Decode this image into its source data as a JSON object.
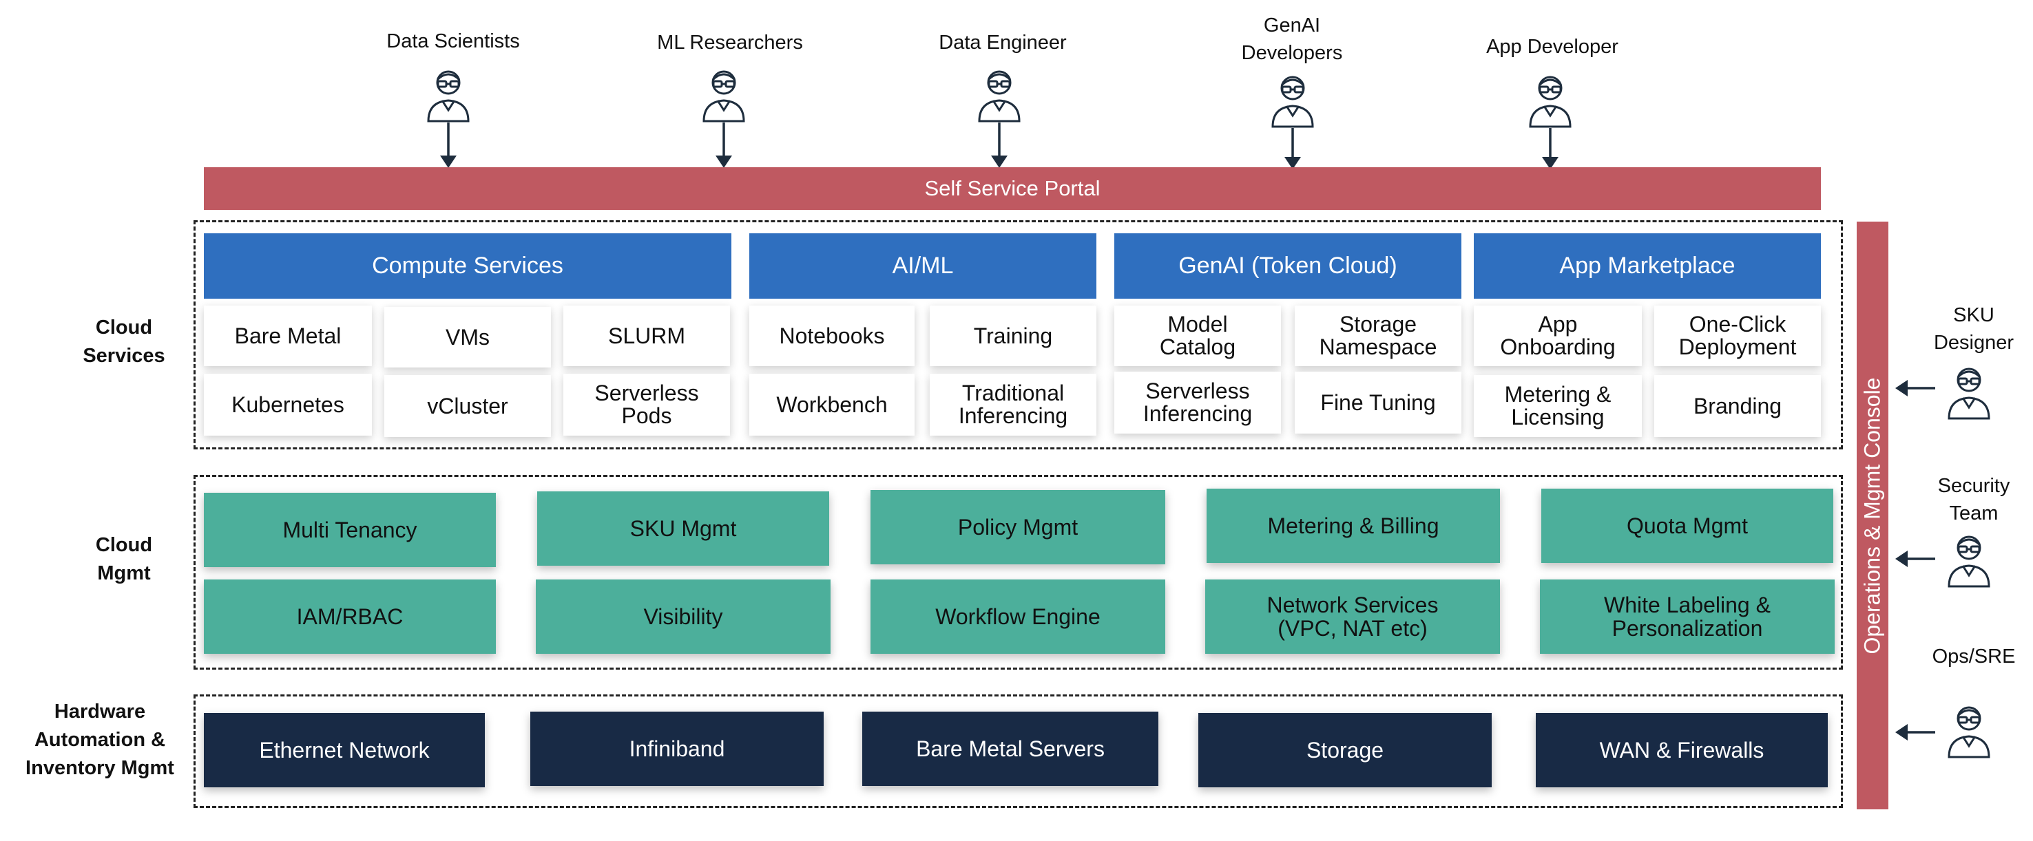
{
  "personas_top": [
    "Data Scientists",
    "ML Researchers",
    "Data Engineer",
    "GenAI Developers",
    "App Developer"
  ],
  "genai_dev": {
    "line1": "GenAI",
    "line2": "Developers"
  },
  "portal": "Self Service Portal",
  "layers": {
    "cloud_services": {
      "line1": "Cloud",
      "line2": "Services"
    },
    "cloud_mgmt": {
      "line1": "Cloud",
      "line2": "Mgmt"
    },
    "hardware": {
      "line1": "Hardware",
      "line2": "Automation &",
      "line3": "Inventory Mgmt"
    }
  },
  "service_groups": [
    {
      "title": "Compute Services",
      "items": [
        "Bare Metal",
        "VMs",
        "SLURM",
        "Kubernetes",
        "vCluster",
        "Serverless Pods"
      ]
    },
    {
      "title": "AI/ML",
      "items": [
        "Notebooks",
        "Training",
        "Workbench",
        "Traditional Inferencing"
      ]
    },
    {
      "title": "GenAI (Token Cloud)",
      "items": [
        "Model Catalog",
        "Storage Namespace",
        "Serverless Inferencing",
        "Fine Tuning"
      ]
    },
    {
      "title": "App Marketplace",
      "items": [
        "App Onboarding",
        "One-Click Deployment",
        "Metering & Licensing",
        "Branding"
      ]
    }
  ],
  "cell_lines": {
    "serverless_pods": [
      "Serverless",
      "Pods"
    ],
    "traditional_inferencing": [
      "Traditional",
      "Inferencing"
    ],
    "model_catalog": [
      "Model",
      "Catalog"
    ],
    "storage_namespace": [
      "Storage",
      "Namespace"
    ],
    "serverless_inferencing": [
      "Serverless",
      "Inferencing"
    ],
    "app_onboarding": [
      "App",
      "Onboarding"
    ],
    "one_click_deployment": [
      "One-Click",
      "Deployment"
    ],
    "metering_licensing": [
      "Metering &",
      "Licensing"
    ]
  },
  "mgmt_row1": [
    "Multi Tenancy",
    "SKU Mgmt",
    "Policy Mgmt",
    "Metering & Billing",
    "Quota Mgmt"
  ],
  "mgmt_row2": [
    "IAM/RBAC",
    "Visibility",
    "Workflow Engine",
    "Network Services (VPC, NAT etc)",
    "White Labeling & Personalization"
  ],
  "mgmt_lines": {
    "network_services": [
      "Network Services",
      "(VPC, NAT etc)"
    ],
    "white_labeling": [
      "White Labeling &",
      "Personalization"
    ]
  },
  "hardware_items": [
    "Ethernet Network",
    "Infiniband",
    "Bare Metal Servers",
    "Storage",
    "WAN & Firewalls"
  ],
  "ops_console": "Operations & Mgmt Console",
  "personas_right": {
    "sku": {
      "line1": "SKU",
      "line2": "Designer"
    },
    "security": {
      "line1": "Security",
      "line2": "Team"
    },
    "ops": "Ops/SRE"
  },
  "icons": {
    "person": "person-with-glasses-icon",
    "arrow": "arrow-icon"
  },
  "colors": {
    "portal": "#bf5961",
    "header": "#2f6fbf",
    "mgmt": "#4caf9b",
    "hardware": "#182a45",
    "console": "#bf5961"
  }
}
